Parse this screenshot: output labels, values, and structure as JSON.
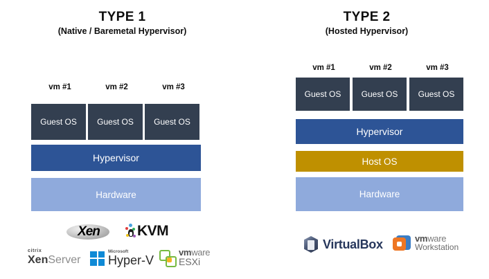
{
  "panels": [
    {
      "id": "type1",
      "title": "TYPE 1",
      "subtitle": "(Native / Baremetal Hypervisor)",
      "vm_labels": [
        "vm #1",
        "vm #2",
        "vm #3"
      ],
      "guest_label": "Guest OS",
      "layers": [
        {
          "name": "hypervisor",
          "label": "Hypervisor",
          "color": "#2d5496"
        },
        {
          "name": "hardware",
          "label": "Hardware",
          "color": "#8faadc"
        }
      ],
      "logos": [
        {
          "name": "xen",
          "text": "Xen"
        },
        {
          "name": "kvm",
          "text": "KVM"
        },
        {
          "name": "citrix-xenserver",
          "brand": "citrix",
          "text_bold": "Xen",
          "text_light": "Server"
        },
        {
          "name": "microsoft-hyper-v",
          "brand": "Microsoft",
          "text": "Hyper-V"
        },
        {
          "name": "vmware-esxi",
          "brand_bold": "vm",
          "brand_light": "ware",
          "text": "ESXi"
        }
      ]
    },
    {
      "id": "type2",
      "title": "TYPE 2",
      "subtitle": "(Hosted Hypervisor)",
      "vm_labels": [
        "vm #1",
        "vm #2",
        "vm #3"
      ],
      "guest_label": "Guest OS",
      "layers": [
        {
          "name": "hypervisor",
          "label": "Hypervisor",
          "color": "#2d5496"
        },
        {
          "name": "host-os",
          "label": "Host OS",
          "color": "#bf9000"
        },
        {
          "name": "hardware",
          "label": "Hardware",
          "color": "#8faadc"
        }
      ],
      "logos": [
        {
          "name": "virtualbox",
          "text": "VirtualBox"
        },
        {
          "name": "vmware-workstation",
          "brand_bold": "vm",
          "brand_light": "ware",
          "text": "Workstation"
        }
      ]
    }
  ],
  "colors": {
    "guest_os": "#333f50",
    "hypervisor": "#2d5496",
    "host_os": "#bf9000",
    "hardware": "#8faadc",
    "background": "#ffffff"
  }
}
